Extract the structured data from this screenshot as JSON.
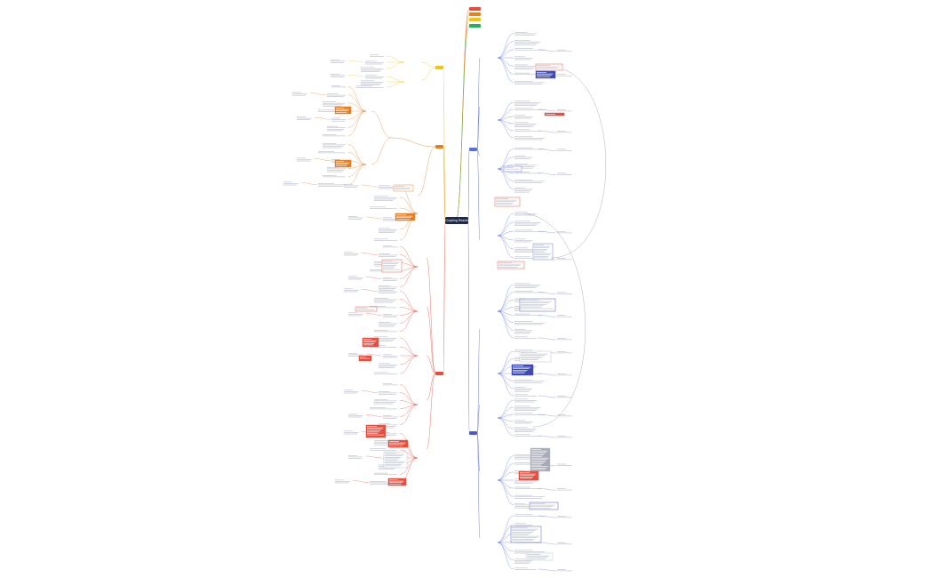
{
  "root": {
    "title": "Coupling Reactions"
  },
  "legend": [
    {
      "label": "",
      "color": "#e74c3c"
    },
    {
      "label": "",
      "color": "#e67e22"
    },
    {
      "label": "",
      "color": "#f1c40f"
    },
    {
      "label": "",
      "color": "#27ae60"
    }
  ],
  "branches": [
    {
      "side": "left",
      "color": "#f1c40f",
      "label": ""
    },
    {
      "side": "left",
      "color": "#e67e22",
      "label": ""
    },
    {
      "side": "left",
      "color": "#e74c3c",
      "label": ""
    },
    {
      "side": "right",
      "color": "#5b6ee1",
      "label": ""
    },
    {
      "side": "right",
      "color": "#4a5bc9",
      "label": ""
    }
  ],
  "colors": {
    "yellow": "#f1c40f",
    "orange": "#e67e22",
    "red": "#e74c3c",
    "blue": "#5b6ee1",
    "indigo": "#3f4bb5",
    "dark": "#1f2a44",
    "text_line": "#b8bcc8",
    "connector": "#9aa0b0"
  }
}
